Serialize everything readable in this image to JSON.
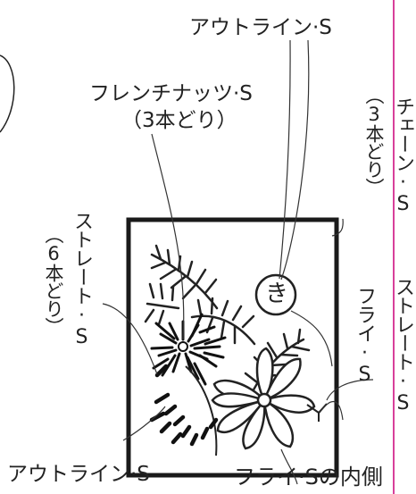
{
  "colors": {
    "ink": "#222222",
    "accent_rule": "#d8409a",
    "background": "#ffffff"
  },
  "labels": {
    "outline_top": "アウトライン·S",
    "french_knots": "フレンチナッツ·S",
    "french_knots_note": "（3本どり）",
    "chain": "チェーン·S",
    "chain_note": "（3本どり）",
    "straight_left": "ストレート·S",
    "straight_left_note": "（6本どり）",
    "fly_right": "フライ·S",
    "straight_right": "ストレート·S",
    "outline_bottom": "アウトライン·S",
    "fly_inside": "フライ·Sの内側"
  },
  "card": {
    "kana_mark": "き"
  }
}
